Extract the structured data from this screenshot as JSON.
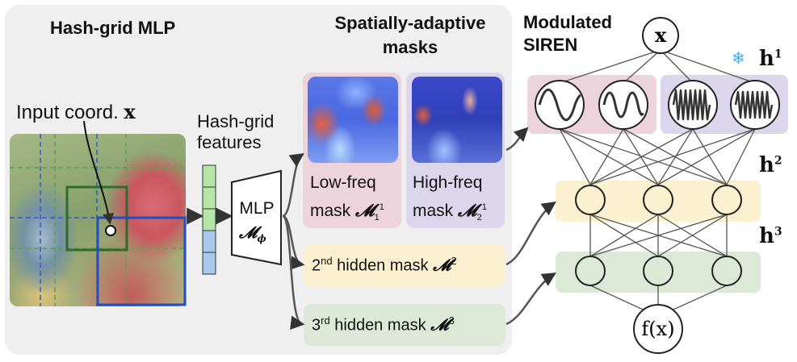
{
  "titles": {
    "hash_grid_mlp": "Hash-grid MLP",
    "spatial_masks_line1": "Spatially-adaptive",
    "spatial_masks_line2": "masks",
    "modulated_line1": "Modulated",
    "modulated_line2": "SIREN"
  },
  "input": {
    "label": "Input coord.",
    "symbol": "x"
  },
  "hash_grid_features": {
    "line1": "Hash-grid",
    "line2": "features"
  },
  "mlp": {
    "label": "MLP",
    "symbol": "𝓜",
    "subscript": "ϕ"
  },
  "masks": {
    "low_line1": "Low-freq",
    "low_line2": "mask",
    "low_sub": "1",
    "low_sup": "1",
    "high_line1": "High-freq",
    "high_line2": "mask",
    "high_sub": "2",
    "high_sup": "1",
    "symbol": "𝓜",
    "hidden2_ordinal": "2",
    "hidden2_suffix": "nd",
    "hidden2_text": "hidden mask",
    "hidden2_sup": "2",
    "hidden3_ordinal": "3",
    "hidden3_suffix": "rd",
    "hidden3_text": "hidden mask",
    "hidden3_sup": "3"
  },
  "siren": {
    "input_node": "x",
    "output_node": "f(x)",
    "h1": "h",
    "h1_sup": "1",
    "h2": "h",
    "h2_sup": "2",
    "h3": "h",
    "h3_sup": "3",
    "frozen_icon": "snowflake-icon"
  },
  "colors": {
    "low_freq": "#ecd3dc",
    "high_freq": "#dcd6ec",
    "hidden2": "#fbf0cf",
    "hidden3": "#dde9d7",
    "grid_blue": "#1f4fc0",
    "grid_green": "#2f6b2a",
    "feature_green": "#b6e6a6",
    "feature_blue": "#a8c8ec"
  }
}
